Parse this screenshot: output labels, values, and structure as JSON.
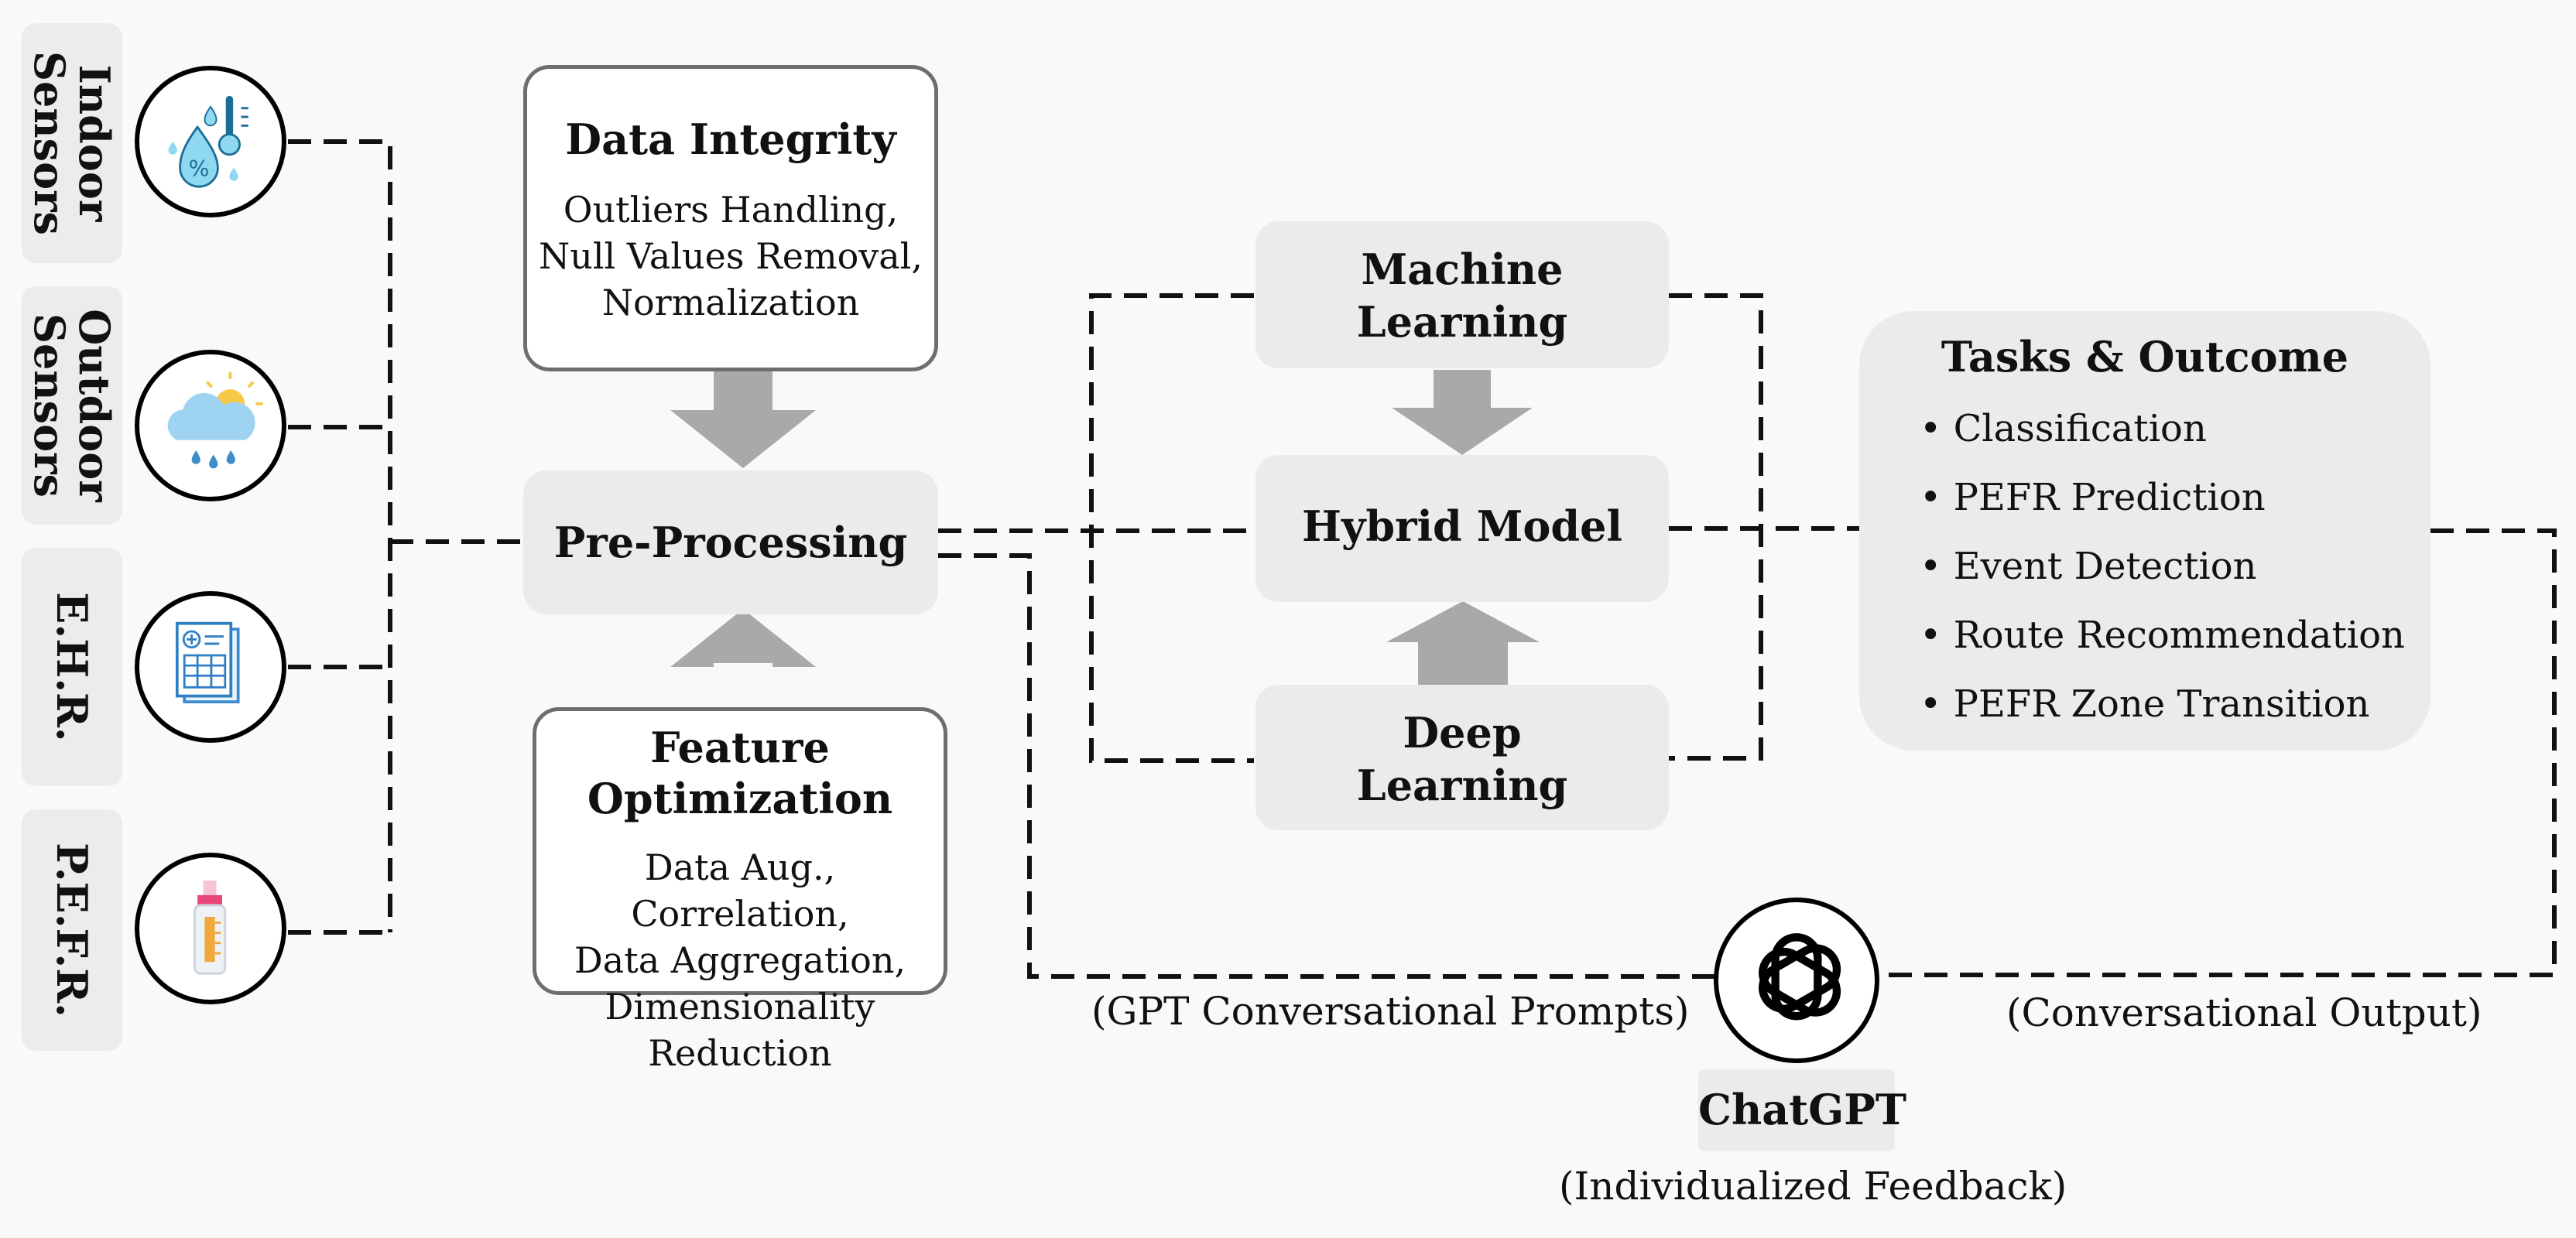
{
  "sources": [
    {
      "label": "Indoor\nSensors",
      "icon": "thermometer-humidity-icon"
    },
    {
      "label": "Outdoor\nSensors",
      "icon": "weather-cloud-icon"
    },
    {
      "label": "E.H.R.",
      "icon": "health-record-icon"
    },
    {
      "label": "P.E.F.R.",
      "icon": "peak-flow-meter-icon"
    }
  ],
  "data_integrity": {
    "title": "Data Integrity",
    "lines": [
      "Outliers Handling,",
      "Null Values Removal,",
      "Normalization"
    ]
  },
  "pre_processing": {
    "title": "Pre-Processing"
  },
  "feature_optimization": {
    "title_lines": [
      "Feature",
      "Optimization"
    ],
    "lines": [
      "Data Aug., Correlation,",
      "Data Aggregation,",
      "Dimensionality Reduction"
    ]
  },
  "models": {
    "machine_learning": [
      "Machine",
      "Learning"
    ],
    "hybrid": "Hybrid Model",
    "deep_learning": [
      "Deep",
      "Learning"
    ]
  },
  "tasks": {
    "title": "Tasks & Outcome",
    "items": [
      "Classification",
      "PEFR Prediction",
      "Event Detection",
      "Route Recommendation",
      "PEFR Zone Transition"
    ]
  },
  "chatgpt": {
    "label": "ChatGPT",
    "icon": "openai-logo-icon",
    "prompts_caption": "(GPT Conversational Prompts)",
    "output_caption": "(Conversational Output)",
    "feedback_caption": "(Individualized Feedback)"
  },
  "colors": {
    "arrow": "#aaa9a9",
    "box_gray": "#ebebeb",
    "line": "#111111"
  }
}
